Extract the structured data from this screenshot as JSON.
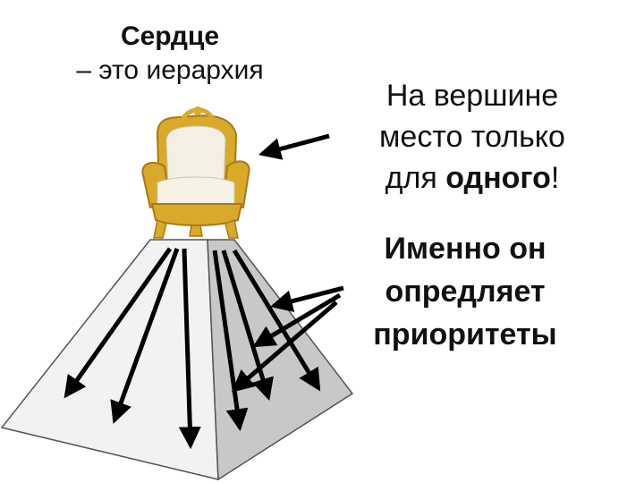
{
  "title": {
    "line1": "Сердце",
    "line2": "– это иерархия"
  },
  "callout_top": {
    "line1": "На вершине",
    "line2": "место только",
    "line3_prefix": "для ",
    "line3_bold": "одного",
    "line3_suffix": "!"
  },
  "callout_bottom": {
    "line1": "Именно он",
    "line2": "опредляет",
    "line3": "приоритеты"
  },
  "colors": {
    "pyramid_left_face": "#f2f2f2",
    "pyramid_right_face": "#c8c8c8",
    "arrow": "#000000",
    "throne_gold": "#d9a92a",
    "throne_cushion": "#f3efe2"
  },
  "icons": {
    "throne": "throne-icon",
    "pyramid": "pyramid-icon"
  }
}
